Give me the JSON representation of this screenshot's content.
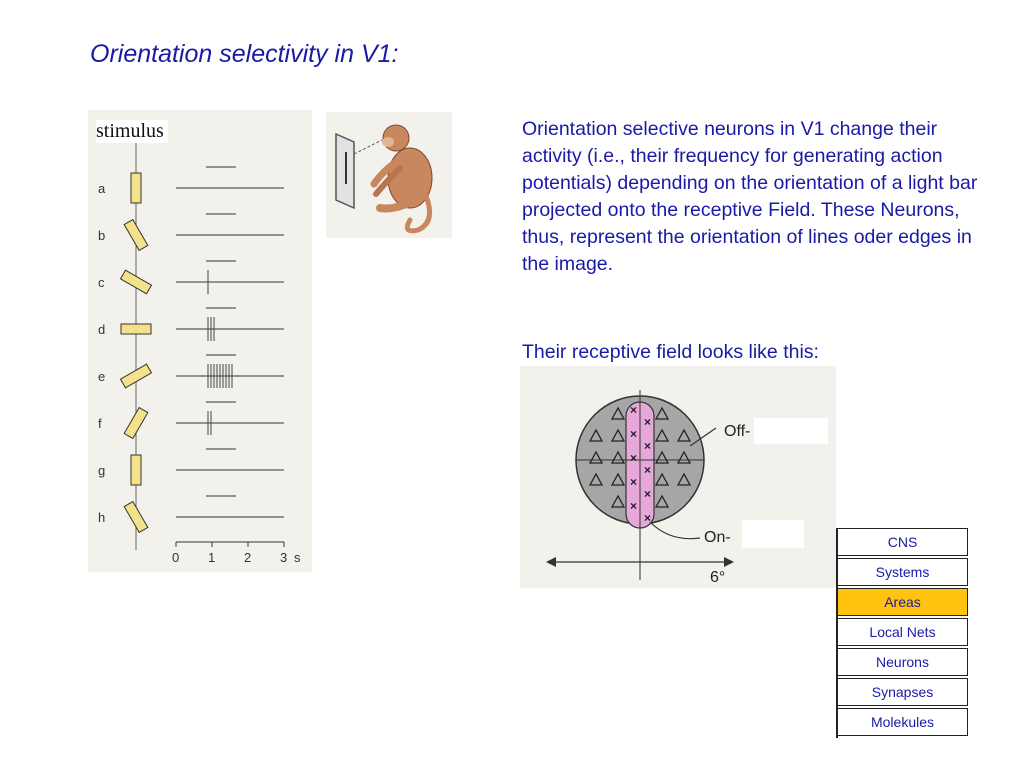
{
  "title": "Orientation selectivity in V1:",
  "stimulus_figure": {
    "label": "stimulus",
    "row_letters": [
      "a",
      "b",
      "c",
      "d",
      "e",
      "f",
      "g",
      "h"
    ],
    "bar_angles_deg": [
      90,
      60,
      30,
      0,
      -30,
      -60,
      -90,
      -120
    ],
    "spike_counts": [
      0,
      0,
      1,
      3,
      9,
      2,
      0,
      0
    ],
    "axis_ticks": [
      "0",
      "1",
      "2",
      "3"
    ],
    "axis_unit": "s"
  },
  "description": "Orientation selective neurons in V1 change their activity (i.e., their frequency for generating action potentials) depending on the orientation of a light bar projected onto the receptive Field. These Neurons, thus, represent the orientation of lines oder edges in the image.",
  "rf_caption": "Their receptive field looks like this:",
  "rf_figure": {
    "off_label": "Off-",
    "on_label": "On-",
    "width_label": "6°"
  },
  "nav": {
    "items": [
      "CNS",
      "Systems",
      "Areas",
      "Local Nets",
      "Neurons",
      "Synapses",
      "Molekules"
    ],
    "active_index": 2
  },
  "colors": {
    "text": "#1a1aa6",
    "active": "#ffc20e",
    "bar": "#f4e28a",
    "rf_gray": "#a6a6a6",
    "rf_pink": "#e6a8d8"
  }
}
